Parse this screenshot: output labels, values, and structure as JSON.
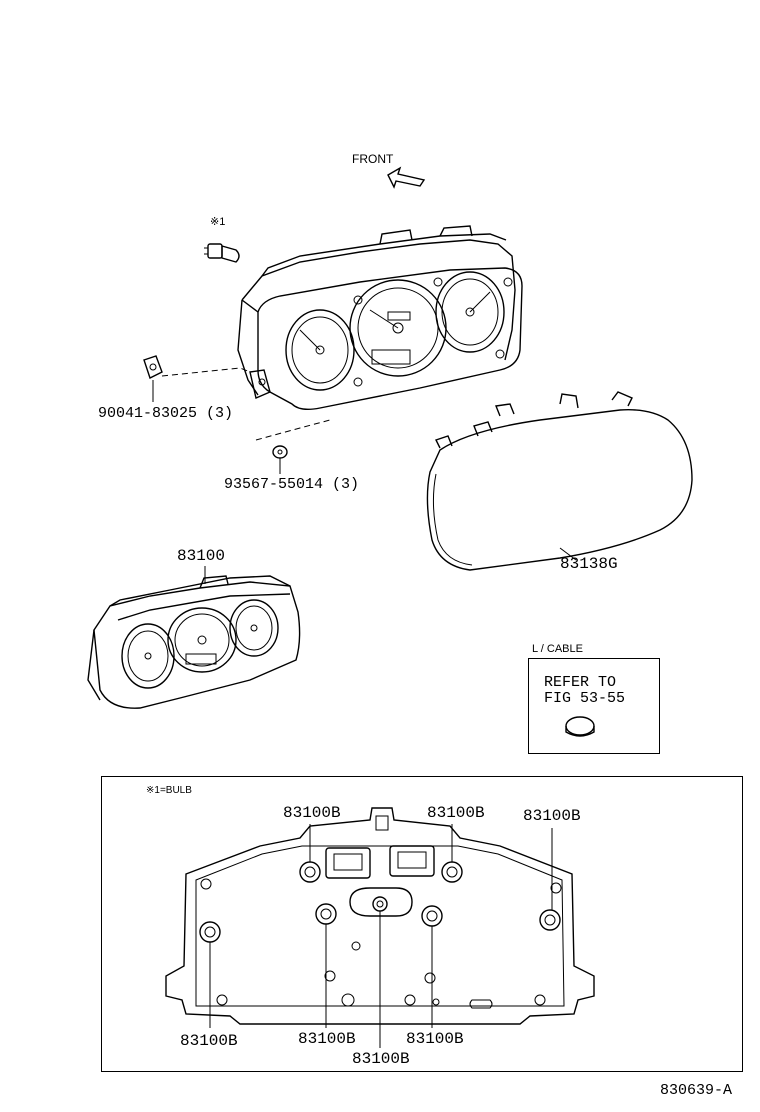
{
  "labels": {
    "front": "FRONT",
    "bulb_mark": "※1",
    "part_screw": "90041-83025 (3)",
    "part_washer": "93567-55014 (3)",
    "part_cluster": "83100",
    "part_lens": "83138G",
    "cable_title": "L / CABLE",
    "refer_line1": "REFER TO",
    "refer_line2": "FIG 53-55",
    "bulb_legend": "※1=BULB",
    "bulb_top_left": "83100B",
    "bulb_top_mid": "83100B",
    "bulb_top_right": "83100B",
    "bulb_bottom_left": "83100B",
    "bulb_bottom_mid_left": "83100B",
    "bulb_bottom_mid_right": "83100B",
    "bulb_bottom_center": "83100B",
    "figure_number": "830639-A"
  }
}
